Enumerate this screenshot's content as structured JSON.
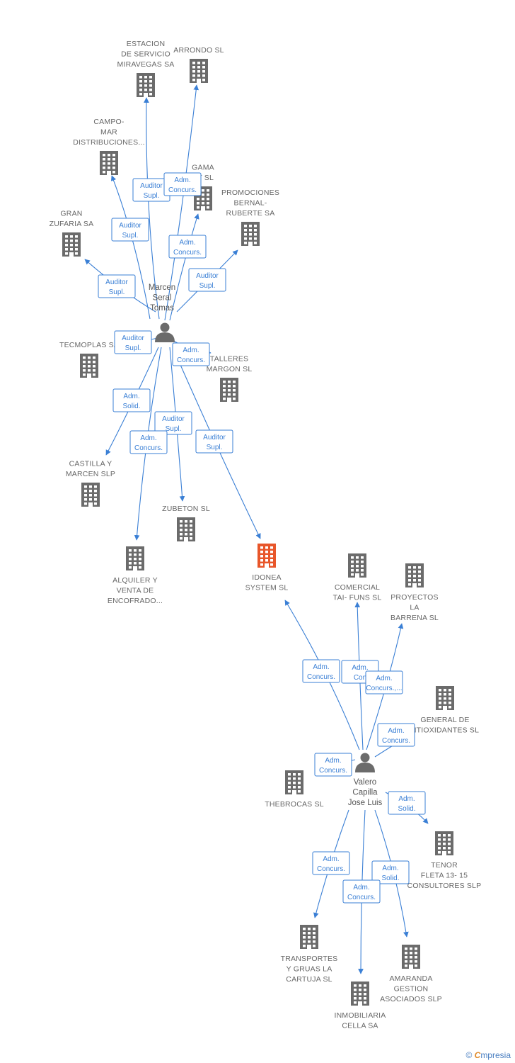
{
  "colors": {
    "edge": "#3a7fd5",
    "building": "#6b6b6b",
    "highlight": "#e8562a",
    "label": "#666666"
  },
  "people": [
    {
      "id": "p1",
      "lines": [
        "Marcen",
        "Seral",
        "Tomas"
      ]
    },
    {
      "id": "p2",
      "lines": [
        "Valero",
        "Capilla",
        "Jose Luis"
      ]
    }
  ],
  "companies": [
    {
      "id": "estacion",
      "lines": [
        "ESTACION",
        "DE SERVICIO",
        "MIRAVEGAS SA"
      ]
    },
    {
      "id": "arrondo",
      "lines": [
        "ARRONDO SL"
      ]
    },
    {
      "id": "campomar",
      "lines": [
        "CAMPO-",
        "MAR",
        "DISTRIBUCIONES..."
      ]
    },
    {
      "id": "gama",
      "lines": [
        "GAMA",
        "ET SL"
      ]
    },
    {
      "id": "promociones",
      "lines": [
        "PROMOCIONES",
        "BERNAL-",
        "RUBERTE SA"
      ]
    },
    {
      "id": "granzufaria",
      "lines": [
        "GRAN",
        "ZUFARIA SA"
      ]
    },
    {
      "id": "tecmoplas",
      "lines": [
        "TECMOPLAS SA"
      ]
    },
    {
      "id": "talleres",
      "lines": [
        "TALLERES",
        "MARGON SL"
      ]
    },
    {
      "id": "castilla",
      "lines": [
        "CASTILLA Y",
        "MARCEN SLP"
      ]
    },
    {
      "id": "zubeton",
      "lines": [
        "ZUBETON SL"
      ]
    },
    {
      "id": "alquiler",
      "lines": [
        "ALQUILER Y",
        "VENTA DE",
        "ENCOFRADO..."
      ]
    },
    {
      "id": "idonea",
      "lines": [
        "IDONEA",
        "SYSTEM SL"
      ],
      "highlight": true
    },
    {
      "id": "comercial",
      "lines": [
        "COMERCIAL",
        "TAI- FUNS SL"
      ]
    },
    {
      "id": "proyectos",
      "lines": [
        "PROYECTOS",
        "LA",
        "BARRENA SL"
      ]
    },
    {
      "id": "general",
      "lines": [
        "GENERAL DE",
        "NTIOXIDANTES SL"
      ]
    },
    {
      "id": "thebrocas",
      "lines": [
        "THEBROCAS SL"
      ]
    },
    {
      "id": "tenor",
      "lines": [
        "TENOR",
        "FLETA 13- 15",
        "CONSULTORES SLP"
      ]
    },
    {
      "id": "transportes",
      "lines": [
        "TRANSPORTES",
        "Y GRUAS LA",
        "CARTUJA SL"
      ]
    },
    {
      "id": "amaranda",
      "lines": [
        "AMARANDA",
        "GESTION",
        "ASOCIADOS SLP"
      ]
    },
    {
      "id": "inmobiliaria",
      "lines": [
        "INMOBILIARIA",
        "CELLA SA"
      ]
    }
  ],
  "relations": [
    {
      "from": "p1",
      "to": "estacion",
      "lines": [
        "Auditor",
        "Supl."
      ]
    },
    {
      "from": "p1",
      "to": "arrondo",
      "lines": [
        "Adm.",
        "Concurs."
      ]
    },
    {
      "from": "p1",
      "to": "campomar",
      "lines": [
        "Auditor",
        "Supl."
      ]
    },
    {
      "from": "p1",
      "to": "gama",
      "lines": [
        "Adm.",
        "Concurs."
      ]
    },
    {
      "from": "p1",
      "to": "promociones",
      "lines": [
        "Auditor",
        "Supl."
      ]
    },
    {
      "from": "p1",
      "to": "granzufaria",
      "lines": [
        "Auditor",
        "Supl."
      ]
    },
    {
      "from": "p1",
      "to": "tecmoplas",
      "lines": [
        "Auditor",
        "Supl."
      ]
    },
    {
      "from": "p1",
      "to": "talleres",
      "lines": [
        "Adm.",
        "Concurs."
      ]
    },
    {
      "from": "p1",
      "to": "castilla",
      "lines": [
        "Adm.",
        "Solid."
      ]
    },
    {
      "from": "p1",
      "to": "zubeton",
      "lines": [
        "Auditor",
        "Supl."
      ]
    },
    {
      "from": "p1",
      "to": "alquiler",
      "lines": [
        "Adm.",
        "Concurs."
      ]
    },
    {
      "from": "p1",
      "to": "idonea",
      "lines": [
        "Auditor",
        "Supl."
      ]
    },
    {
      "from": "p2",
      "to": "idonea",
      "lines": [
        "Adm.",
        "Concurs."
      ]
    },
    {
      "from": "p2",
      "to": "comercial",
      "lines": [
        "Adm.",
        "Con"
      ]
    },
    {
      "from": "p2",
      "to": "proyectos",
      "lines": [
        "Adm.",
        "Concurs.,..."
      ]
    },
    {
      "from": "p2",
      "to": "general",
      "lines": [
        "Adm.",
        "Concurs."
      ]
    },
    {
      "from": "p2",
      "to": "thebrocas",
      "lines": [
        "Adm.",
        "Concurs."
      ]
    },
    {
      "from": "p2",
      "to": "tenor",
      "lines": [
        "Adm.",
        "Solid."
      ]
    },
    {
      "from": "p2",
      "to": "transportes",
      "lines": [
        "Adm.",
        "Concurs."
      ]
    },
    {
      "from": "p2",
      "to": "amaranda",
      "lines": [
        "Adm.",
        "Solid."
      ]
    },
    {
      "from": "p2",
      "to": "inmobiliaria",
      "lines": [
        "Adm.",
        "Concurs."
      ]
    }
  ],
  "footer": {
    "copyright": "©",
    "brand_initial": "C",
    "brand_rest": "mpresia"
  }
}
